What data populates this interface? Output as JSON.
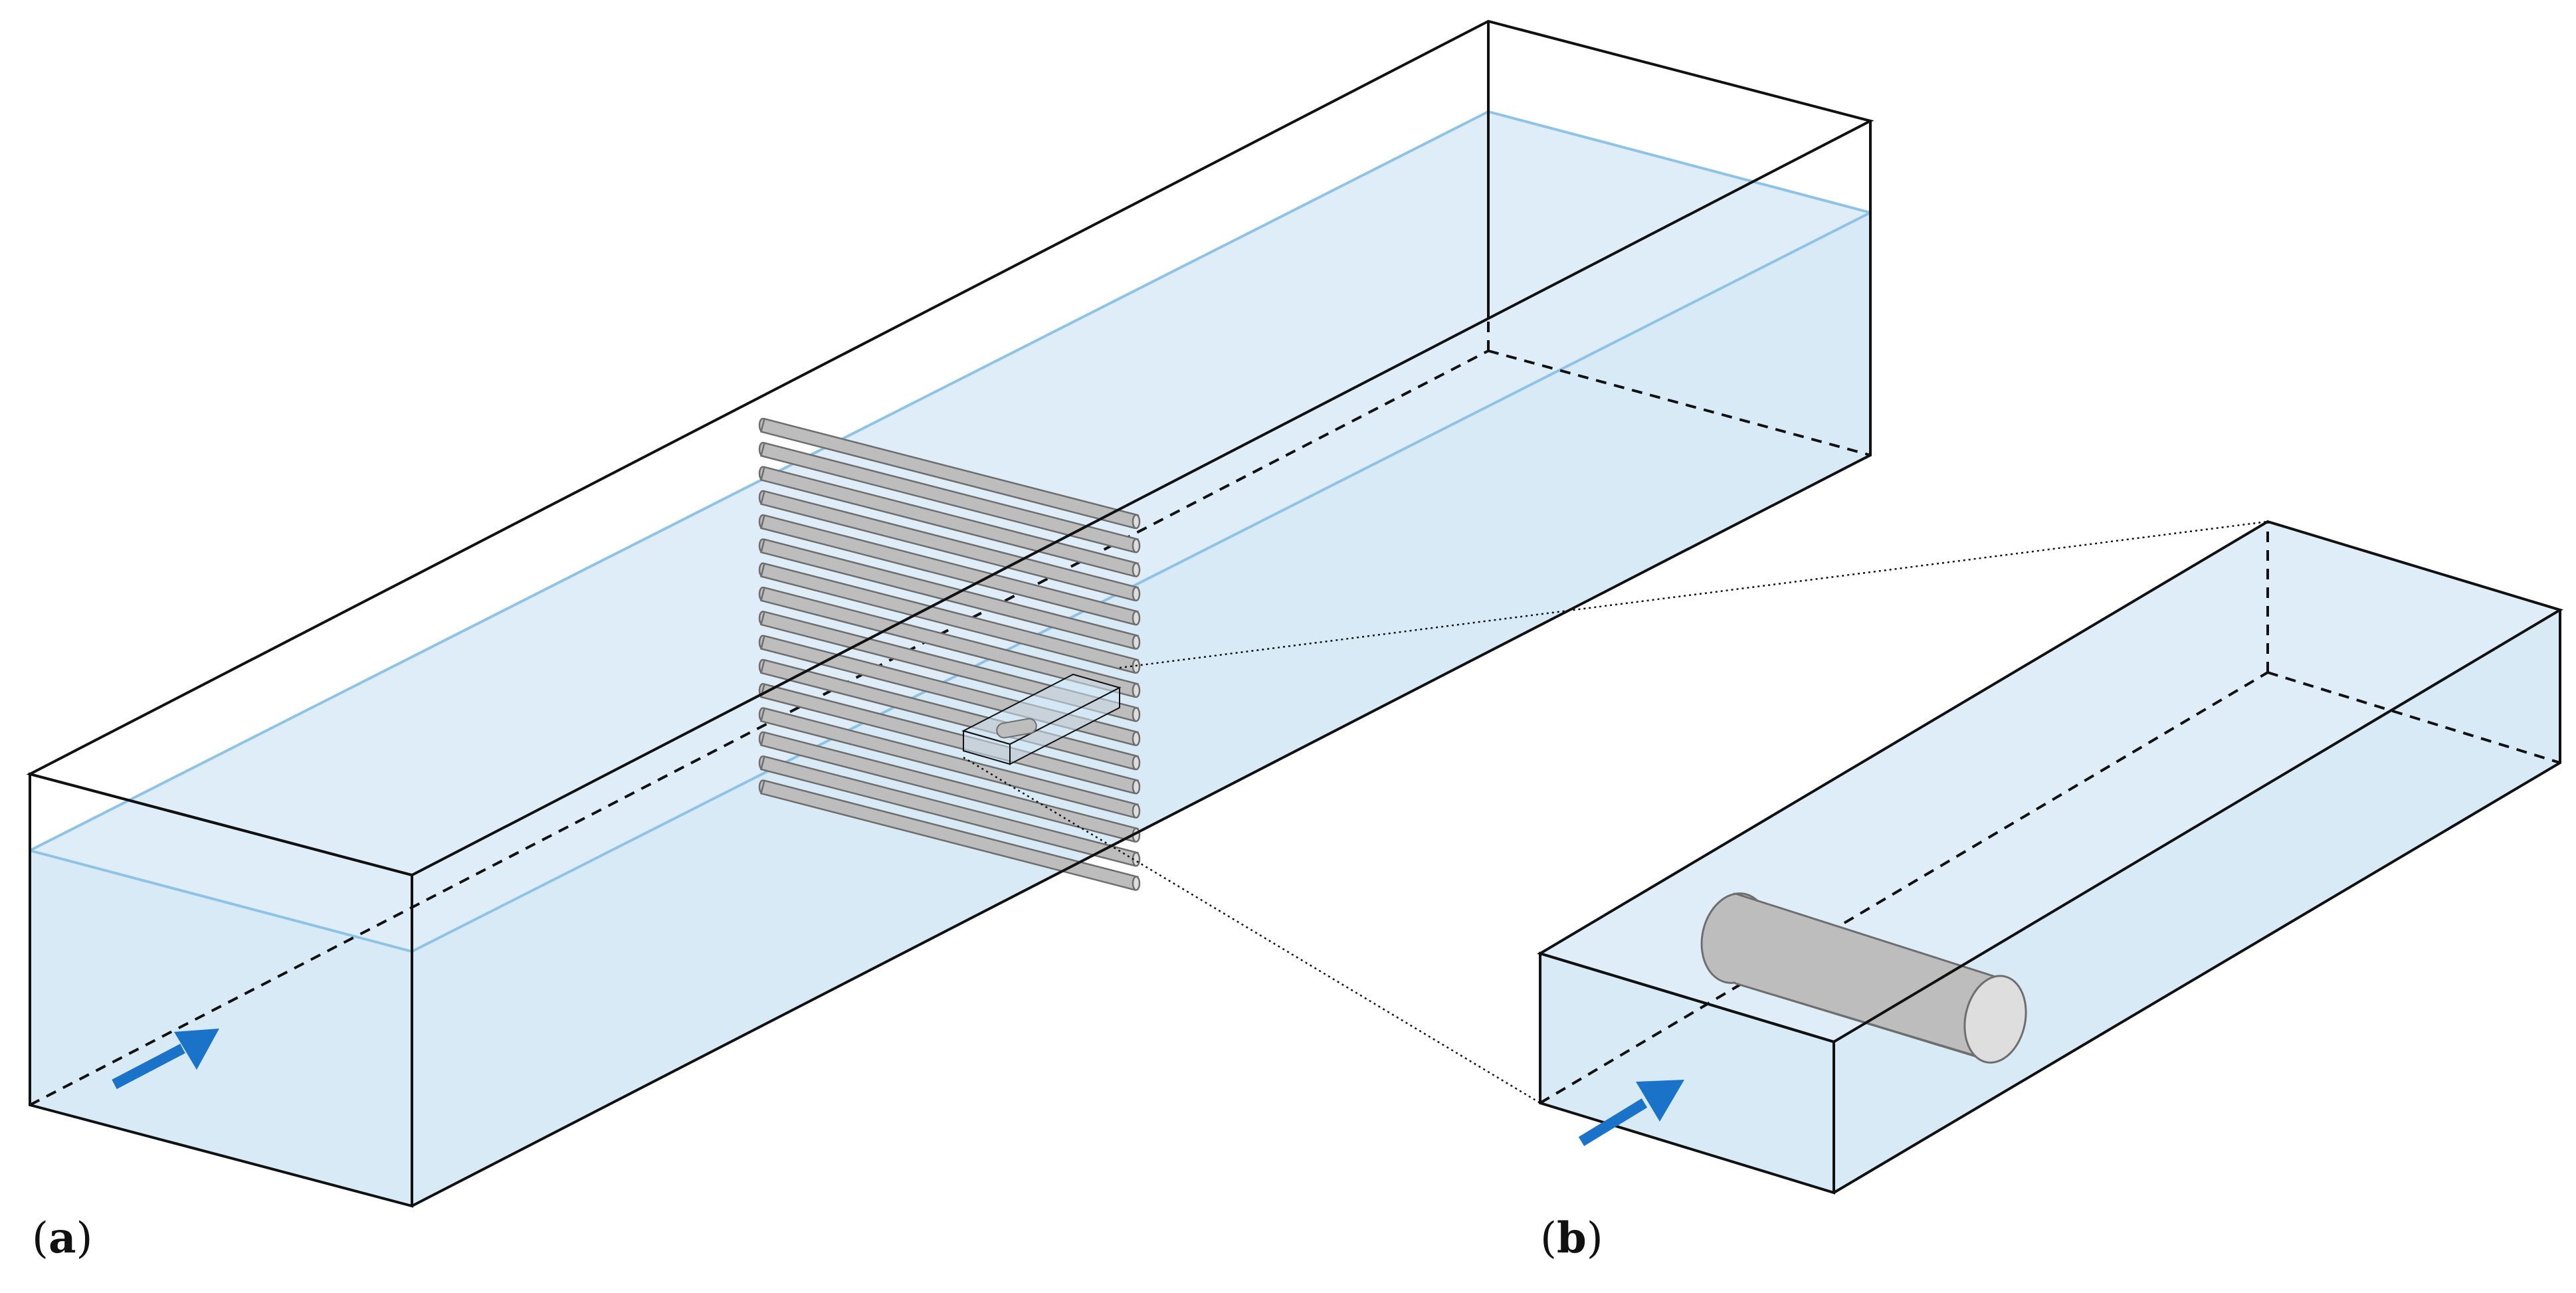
{
  "figure": {
    "panels": [
      {
        "id": "a",
        "open": "(",
        "letter": "a",
        "close": ")"
      },
      {
        "id": "b",
        "open": "(",
        "letter": "b",
        "close": ")"
      }
    ],
    "colors": {
      "water_fill": "#d9eaf7",
      "water_edge": "#8fc3e6",
      "outline": "#111111",
      "rod_fill": "#bdbdbd",
      "rod_end": "#dedede",
      "rod_edge": "#6e6e6e",
      "arrow": "#1a73c9"
    },
    "rod_array": {
      "rod_count": 16
    }
  }
}
